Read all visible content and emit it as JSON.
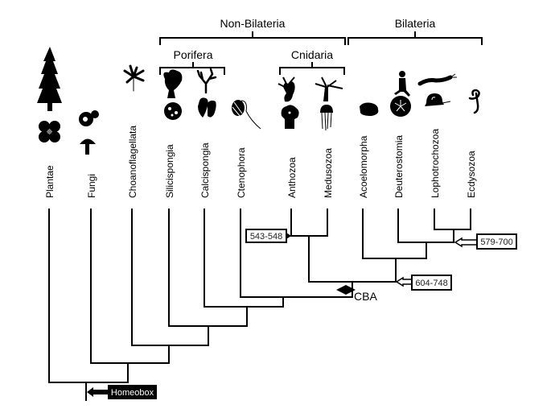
{
  "groups": {
    "non_bilateria": "Non-Bilateria",
    "bilateria": "Bilateria",
    "porifera": "Porifera",
    "cnidaria": "Cnidaria"
  },
  "taxa": [
    {
      "name": "Plantae",
      "icons": [
        "tree-icon",
        "flower-icon"
      ]
    },
    {
      "name": "Fungi",
      "icons": [
        "yeast-icon",
        "mushroom-icon"
      ]
    },
    {
      "name": "Choanoflagellata",
      "icons": [
        "choanoflagellate-colony-icon"
      ]
    },
    {
      "name": "Silicispongia",
      "icons": [
        "sponge-icon",
        "sponge-ball-icon"
      ]
    },
    {
      "name": "Calcispongia",
      "icons": [
        "branching-sponge-icon",
        "calcareous-sponge-icon"
      ]
    },
    {
      "name": "Ctenophora",
      "icons": [
        "comb-jelly-icon"
      ]
    },
    {
      "name": "Anthozoa",
      "icons": [
        "polyp-icon",
        "sea-anemone-icon"
      ]
    },
    {
      "name": "Medusozoa",
      "icons": [
        "hydra-icon",
        "jellyfish-icon"
      ]
    },
    {
      "name": "Acoelomorpha",
      "icons": [
        "flatworm-icon"
      ]
    },
    {
      "name": "Deuterostomia",
      "icons": [
        "human-icon",
        "sand-dollar-icon"
      ]
    },
    {
      "name": "Lophotrochozoa",
      "icons": [
        "annelid-icon",
        "snail-icon"
      ]
    },
    {
      "name": "Ecdysozoa",
      "icons": [
        "nematode-icon"
      ]
    }
  ],
  "annotations": {
    "anthozoa_medusozoa": "543-548",
    "protostomia": "579-700",
    "bilateria": "604-748",
    "cba": "CBA",
    "homeobox": "Homeobox"
  }
}
